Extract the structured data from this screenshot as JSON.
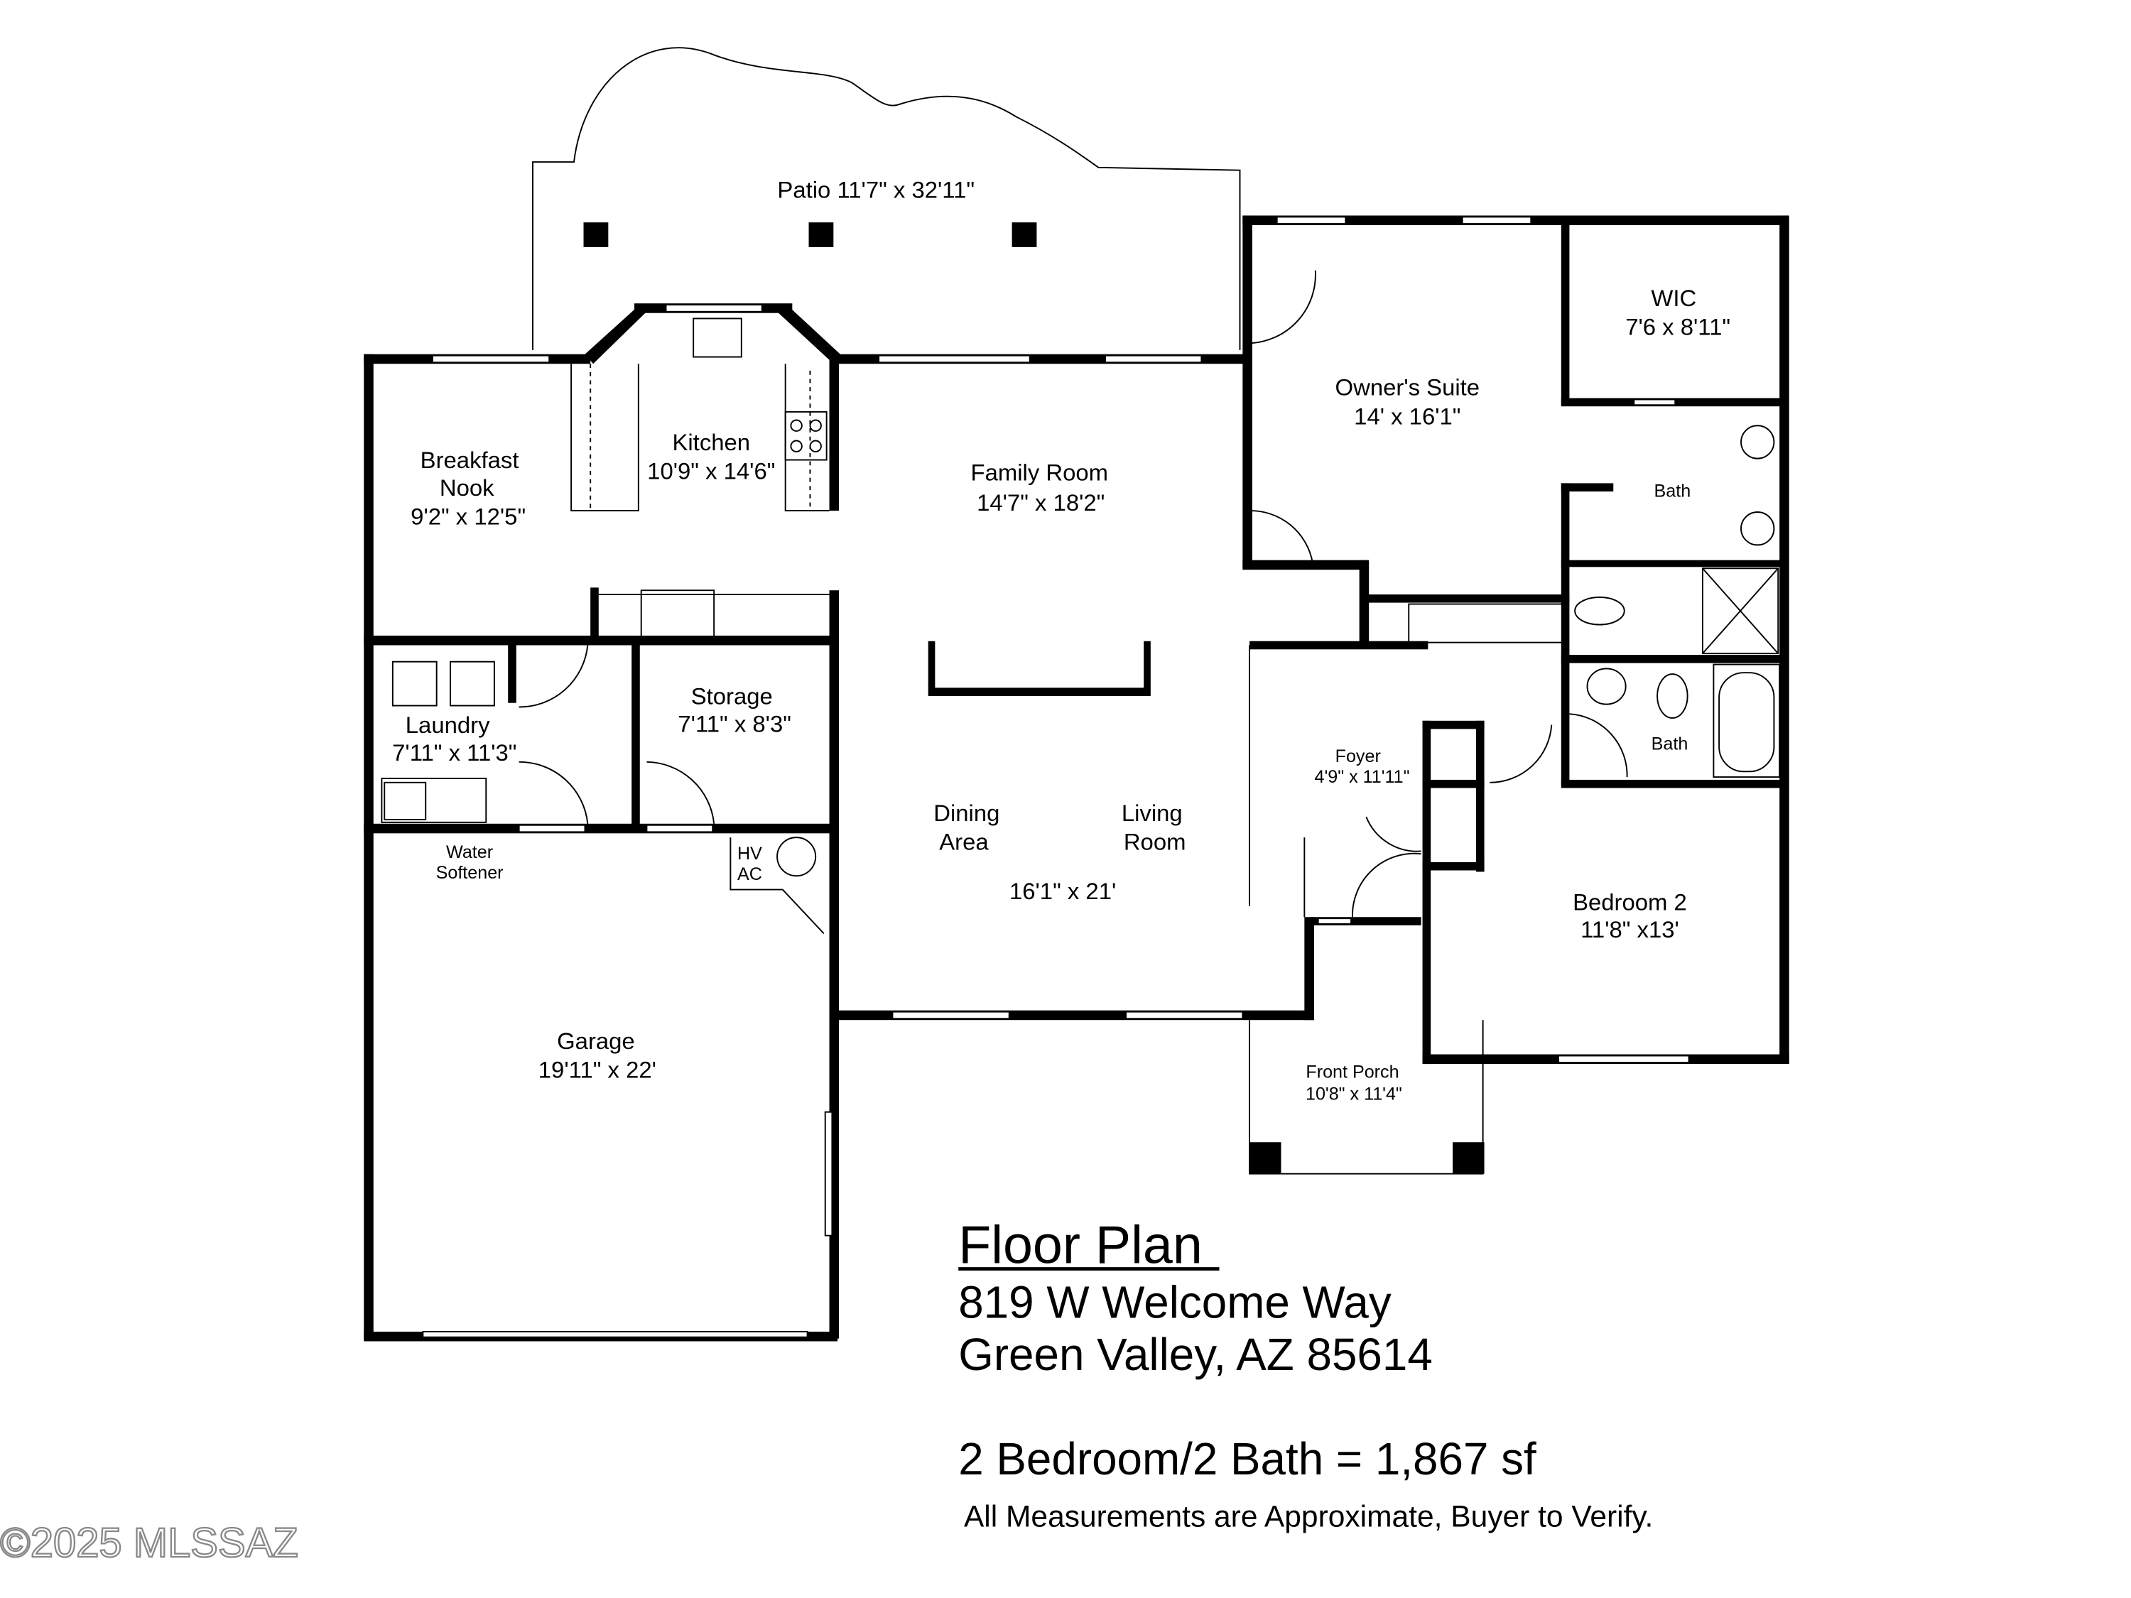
{
  "rooms": {
    "patio": "Patio 11'7\" x 32'11\"",
    "breakfast_nook": {
      "name1": "Breakfast",
      "name2": "Nook",
      "size": "9'2\" x 12'5\""
    },
    "kitchen": {
      "name": "Kitchen",
      "size": "10'9\" x 14'6\""
    },
    "family_room": {
      "name": "Family Room",
      "size": "14'7\" x 18'2\""
    },
    "owners_suite": {
      "name": "Owner's Suite",
      "size": "14' x 16'1\""
    },
    "wic": {
      "name": "WIC",
      "size": "7'6 x 8'11\""
    },
    "bath_owner": {
      "name": "Bath"
    },
    "bath_second": {
      "name": "Bath"
    },
    "laundry": {
      "name": "Laundry",
      "size": "7'11\" x 11'3\""
    },
    "storage": {
      "name": "Storage",
      "size": "7'11\" x 8'3\""
    },
    "water_softener": {
      "line1": "Water",
      "line2": "Softener"
    },
    "hvac": {
      "line1": "HV",
      "line2": "AC"
    },
    "dining": {
      "line1": "Dining",
      "line2": "Area"
    },
    "living": {
      "line1": "Living",
      "line2": "Room",
      "size": "16'1\" x 21'"
    },
    "foyer": {
      "name": "Foyer",
      "size": "4'9\" x 11'11\""
    },
    "bedroom2": {
      "name": "Bedroom 2",
      "size": "11'8\" x13'"
    },
    "garage": {
      "name": "Garage",
      "size": "19'11\" x 22'"
    },
    "front_porch": {
      "name": "Front Porch",
      "size": "10'8\" x 11'4\""
    }
  },
  "info": {
    "title": "Floor Plan",
    "address1": "819 W Welcome Way",
    "address2": "Green Valley, AZ 85614",
    "summary": "2 Bedroom/2 Bath = 1,867 sf",
    "disclaimer": "All Measurements are Approximate, Buyer to Verify."
  },
  "watermark": "©2025 MLSSAZ"
}
